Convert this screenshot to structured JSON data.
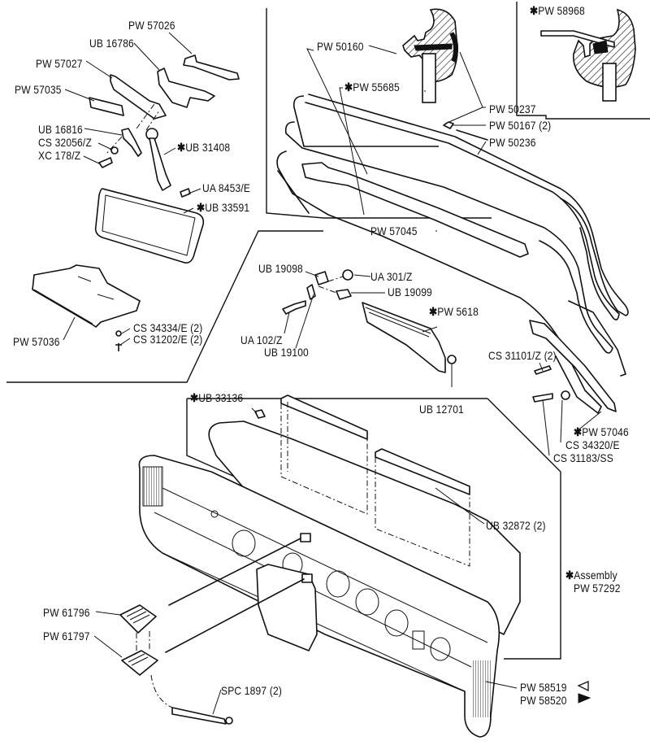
{
  "diagram": {
    "title": "",
    "type": "exploded parts diagram",
    "subject": "Dashboard, fascia, sun visor, rear-view mirror and windscreen seal",
    "legend": {
      "asterisk_meaning_symbol": "*",
      "lh_symbol": "◁",
      "rh_symbol": "▶"
    },
    "labels": {
      "pw57026": "PW 57026",
      "ub16786": "UB 16786",
      "pw57027": "PW 57027",
      "pw57035": "PW 57035",
      "ub16816": "UB 16816",
      "cs32056z": "CS 32056/Z",
      "xc178z": "XC 178/Z",
      "ub31408": "UB 31408",
      "ua8453e": "UA 8453/E",
      "ub33591": "UB 33591",
      "pw57036": "PW 57036",
      "cs34334e": "CS 34334/E (2)",
      "cs31202e": "CS 31202/E (2)",
      "pw50160": "PW 50160",
      "pw55685": "PW 55685",
      "pw58968": "PW 58968",
      "pw50237": "PW 50237",
      "pw50167": "PW 50167 (2)",
      "pw50236": "PW 50236",
      "pw57045": "PW 57045",
      "ub19098": "UB 19098",
      "ua301z": "UA 301/Z",
      "ub19099": "UB 19099",
      "pw5618": "PW 5618",
      "ua102z": "UA 102/Z",
      "ub19100": "UB 19100",
      "ub12701": "UB 12701",
      "cs31101z": "CS 31101/Z (2)",
      "pw57046": "PW 57046",
      "cs34320e": "CS 34320/E",
      "cs31183ss": "CS 31183/SS",
      "ub33136": "UB 33136",
      "ub32872": "UB 32872 (2)",
      "assembly_word": "Assembly",
      "pw57292": "PW 57292",
      "pw61796": "PW 61796",
      "pw61797": "PW 61797",
      "spc1897": "SPC 1897 (2)",
      "pw58519": "PW 58519",
      "pw58520": "PW 58520"
    },
    "starred_parts": [
      "UB 31408",
      "UB 33591",
      "PW 55685",
      "PW 58968",
      "PW 5618",
      "PW 57046",
      "UB 33136",
      "Assembly PW 57292"
    ]
  }
}
